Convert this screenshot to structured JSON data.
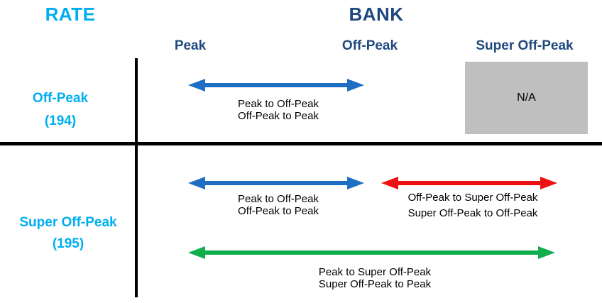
{
  "header": {
    "rate_title": "RATE",
    "bank_title": "BANK"
  },
  "bank_columns": [
    "Peak",
    "Off-Peak",
    "Super Off-Peak"
  ],
  "rate_rows": [
    {
      "name": "Off-Peak",
      "code": "(194)"
    },
    {
      "name": "Super Off-Peak",
      "code": "(195)"
    }
  ],
  "cells": {
    "na_label": "N/A",
    "row1_peak_offpeak": {
      "line1": "Peak to Off-Peak",
      "line2": "Off-Peak to Peak"
    },
    "row2_peak_offpeak": {
      "line1": "Peak to Off-Peak",
      "line2": "Off-Peak to Peak"
    },
    "row2_offpeak_super": {
      "line1": "Off-Peak to Super Off-Peak",
      "line2": "Super Off-Peak to Off-Peak"
    },
    "row2_peak_super": {
      "line1": "Peak to Super Off-Peak",
      "line2": "Super Off-Peak to Peak"
    }
  },
  "colors": {
    "rate_text": "#00AEEF",
    "bank_text": "#1F497D",
    "blue_arrow": "#1E6FC2",
    "red_arrow": "#EE1111",
    "green_arrow": "#10AE4D",
    "na_box_bg": "#BFBFBF",
    "grid_line": "#000000"
  }
}
